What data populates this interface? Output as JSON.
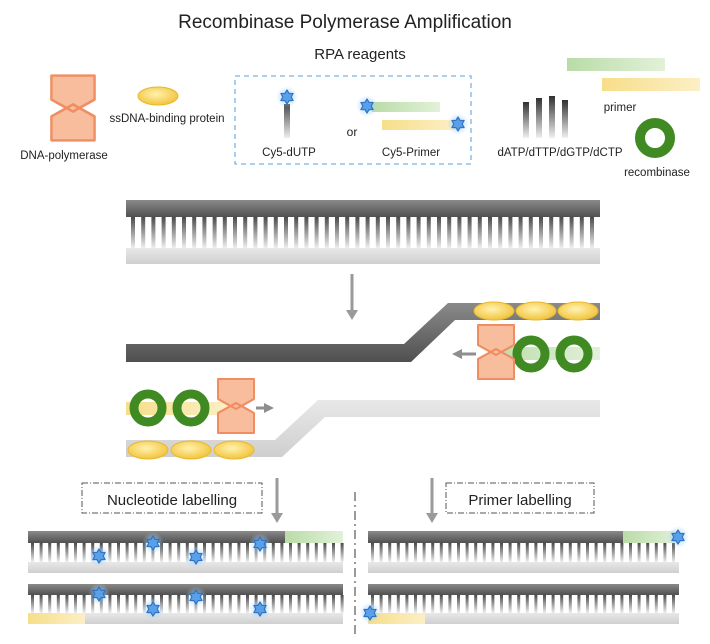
{
  "title": "Recombinase Polymerase Amplification",
  "reagents": {
    "heading": "RPA reagents",
    "dna_polymerase": "DNA-polymerase",
    "ssdna_binding_protein": "ssDNA-binding protein",
    "cy5_dutp": "Cy5-dUTP",
    "or": "or",
    "cy5_primer": "Cy5-Primer",
    "dntps": "dATP/dTTP/dGTP/dCTP",
    "primer": "primer",
    "recombinase": "recombinase"
  },
  "labelling": {
    "nucleotide": "Nucleotide labelling",
    "primer": "Primer labelling"
  },
  "colors": {
    "strand_dark": "#6d6d6d",
    "strand_light": "#dddddd",
    "polymerase": "#f7b999",
    "ssb": "#f6d25a",
    "recombinase": "#3f8a22",
    "primer_green": "#c8e3b9",
    "primer_yellow": "#fae6a2",
    "cy5_star": "#4a8fd9",
    "frame_dash": "#7ab4e6"
  }
}
